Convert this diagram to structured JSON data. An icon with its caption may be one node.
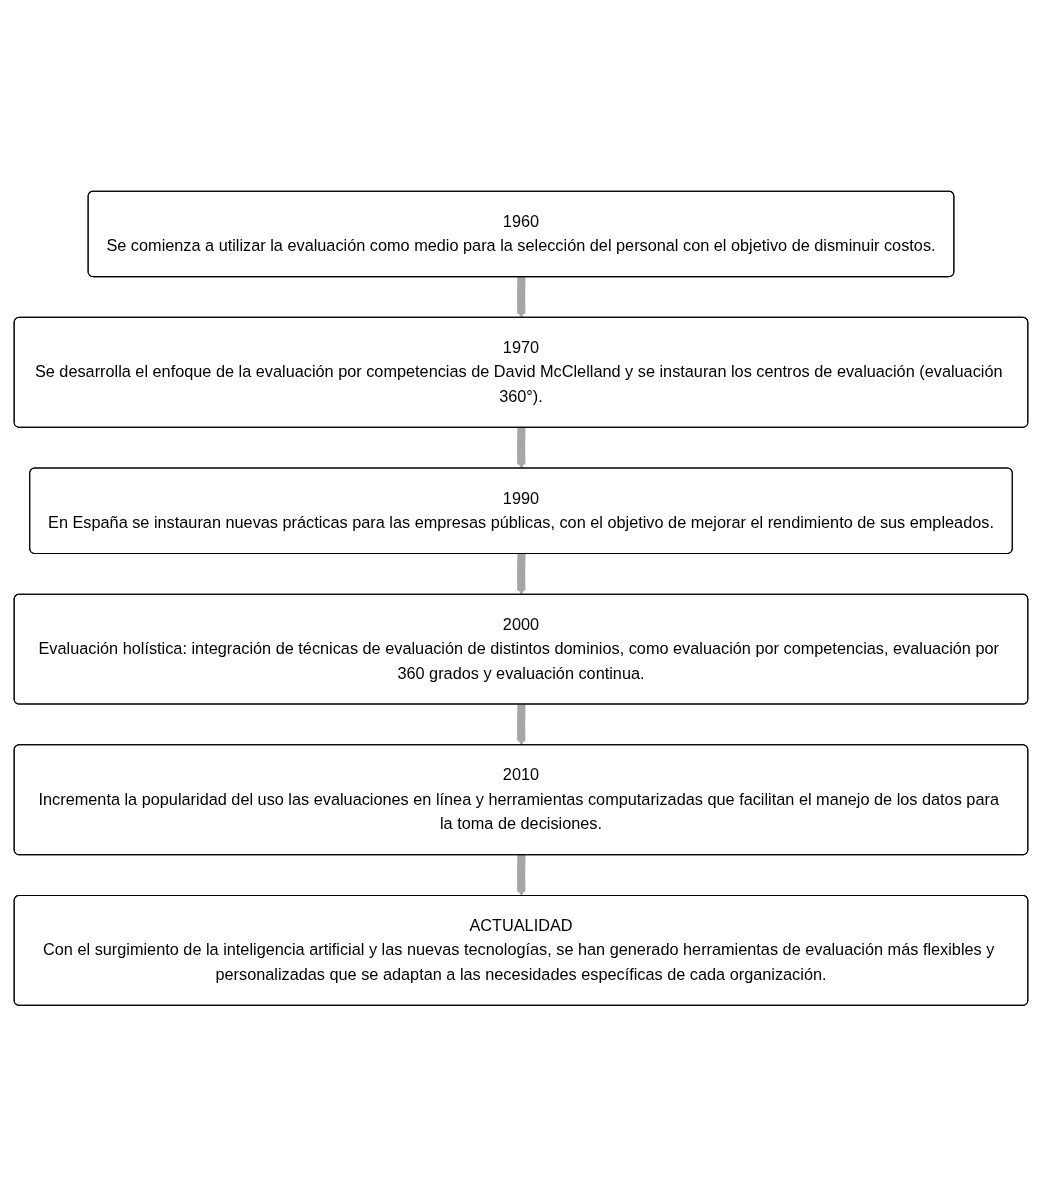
{
  "diagram": {
    "nodes": [
      {
        "text": [
          "1960",
          "Se comienza a utilizar la evaluación como medio para la selección del personal con el objetivo de disminuir costos."
        ]
      },
      {
        "text": [
          "1970",
          "Se desarrolla el enfoque de la evaluación por competencias de David McClelland y se instauran los centros de evaluación (evaluación 360°)."
        ]
      },
      {
        "text": [
          "1990",
          "En España se instauran nuevas prácticas para las empresas públicas, con el objetivo de mejorar el rendimiento de sus empleados."
        ]
      },
      {
        "text": [
          "2000",
          "Evaluación holística: integración de técnicas de evaluación de distintos dominios, como evaluación por competencias, evaluación por 360 grados y evaluación continua."
        ]
      },
      {
        "text": [
          "2010",
          "Incrementa la popularidad del uso las evaluaciones en línea y herramientas computarizadas que facilitan el manejo de los datos para la toma de decisiones."
        ]
      },
      {
        "text": [
          "ACTUALIDAD",
          "Con el surgimiento de la inteligencia artificial y las nuevas tecnologías, se han generado herramientas de evaluación más flexibles y personalizadas que se adaptan a las necesidades específicas de cada organización."
        ]
      }
    ],
    "edges": [
      {
        "from": 0,
        "to": 1,
        "arrow": "to"
      },
      {
        "from": 1,
        "to": 2,
        "arrow": "to"
      },
      {
        "from": 2,
        "to": 3,
        "arrow": "to"
      },
      {
        "from": 3,
        "to": 4,
        "arrow": "to"
      },
      {
        "from": 4,
        "to": 5,
        "arrow": "to"
      }
    ]
  }
}
